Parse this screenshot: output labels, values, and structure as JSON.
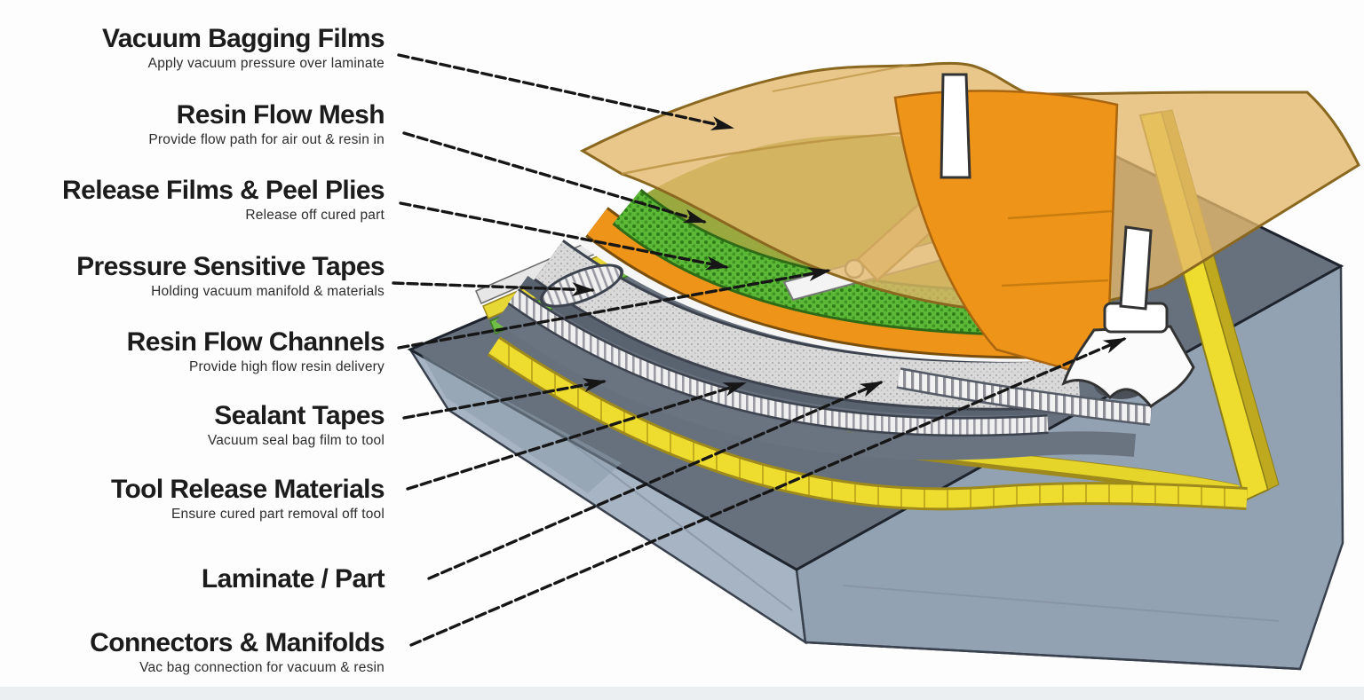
{
  "diagram": {
    "type": "vacuum-bagging-layup-cutaway",
    "labels": [
      {
        "title": "Vacuum Bagging Films",
        "subtitle": "Apply vacuum pressure over laminate"
      },
      {
        "title": "Resin Flow Mesh",
        "subtitle": "Provide flow path for air out & resin in"
      },
      {
        "title": "Release Films & Peel Plies",
        "subtitle": "Release off cured part"
      },
      {
        "title": "Pressure Sensitive Tapes",
        "subtitle": "Holding vacuum manifold & materials"
      },
      {
        "title": "Resin Flow Channels",
        "subtitle": "Provide high flow resin delivery"
      },
      {
        "title": "Sealant Tapes",
        "subtitle": "Vacuum seal bag film to tool"
      },
      {
        "title": "Tool Release Materials",
        "subtitle": "Ensure cured part removal off tool"
      },
      {
        "title": "Laminate / Part",
        "subtitle": ""
      },
      {
        "title": "Connectors & Manifolds",
        "subtitle": "Vac bag connection for vacuum & resin"
      }
    ],
    "colors": {
      "bag_film_tan": "#e3b76a",
      "release_film_orange": "#ee9419",
      "flow_mesh_green": "#5cb837",
      "sealant_tape_yellow": "#eedd2e",
      "tool_top_gray": "#67707d",
      "tool_base_gray": "#a3b1c0",
      "breather_silver": "#d8d8d8",
      "manifold_white": "#ffffff",
      "arrow_black": "#161616",
      "label_text": "#1c1c1c"
    }
  }
}
